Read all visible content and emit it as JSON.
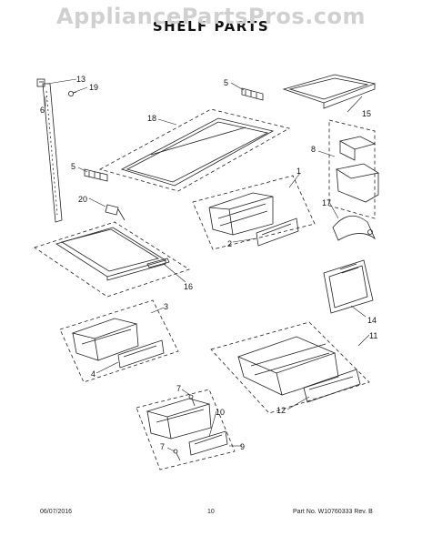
{
  "watermark": "AppliancePartsPros.com",
  "title": "SHELF PARTS",
  "callouts": {
    "c1": "1",
    "c2": "2",
    "c3": "3",
    "c4": "4",
    "c5a": "5",
    "c5b": "5",
    "c6": "6",
    "c7a": "7",
    "c7b": "7",
    "c8": "8",
    "c9": "9",
    "c10": "10",
    "c11": "11",
    "c12": "12",
    "c13": "13",
    "c14": "14",
    "c15": "15",
    "c16": "16",
    "c17": "17",
    "c18": "18",
    "c19": "19",
    "c20": "20"
  },
  "footer": {
    "date": "06/07/2016",
    "page": "10",
    "part": "Part No. W10760333  Rev. B"
  }
}
